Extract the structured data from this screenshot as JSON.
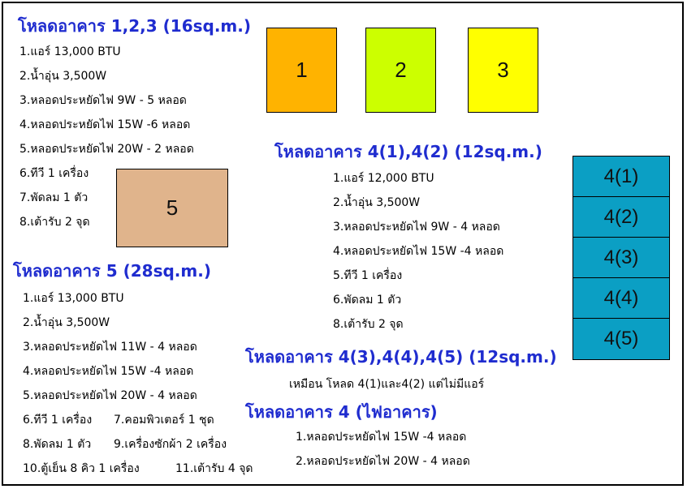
{
  "colors": {
    "heading": "#1f2ccf",
    "box1": "#ffb300",
    "box2": "#ccff00",
    "box3": "#ffff00",
    "box5": "#e0b48c",
    "stack": "#0b9fc4"
  },
  "group_a": {
    "title": "โหลดอาคาร 1,2,3 (16sq.m.)",
    "items": [
      "1.แอร์ 13,000 BTU",
      "2.น้ำอุ่น 3,500W",
      "3.หลอดประหยัดไฟ 9W - 5 หลอด",
      "4.หลอดประหยัดไฟ 15W -6 หลอด",
      "5.หลอดประหยัดไฟ 20W - 2 หลอด",
      "6.ทีวี 1 เครื่อง",
      "7.พัดลม 1 ตัว",
      "8.เต้ารับ 2 จุด"
    ]
  },
  "group_b": {
    "title": "โหลดอาคาร 4(1),4(2) (12sq.m.)",
    "items": [
      "1.แอร์ 12,000 BTU",
      "2.น้ำอุ่น 3,500W",
      "3.หลอดประหยัดไฟ 9W - 4 หลอด",
      "4.หลอดประหยัดไฟ 15W -4 หลอด",
      "5.ทีวี 1 เครื่อง",
      "6.พัดลม 1 ตัว",
      "8.เต้ารับ 2 จุด"
    ]
  },
  "group_c": {
    "title": "โหลดอาคาร 5 (28sq.m.)",
    "items": [
      "1.แอร์ 13,000 BTU",
      "2.น้ำอุ่น 3,500W",
      "3.หลอดประหยัดไฟ 11W - 4 หลอด",
      "4.หลอดประหยัดไฟ 15W -4 หลอด",
      "5.หลอดประหยัดไฟ 20W - 4 หลอด",
      "6.ทีวี 1 เครื่อง",
      "7.คอมพิวเตอร์ 1 ชุด",
      "8.พัดลม 1 ตัว",
      "9.เครื่องซักผ้า 2 เครื่อง",
      "10.ตู้เย็น 8 คิว 1 เครื่อง",
      "11.เต้ารับ 4 จุด"
    ]
  },
  "group_d": {
    "title": "โหลดอาคาร 4(3),4(4),4(5) (12sq.m.)",
    "note": "เหมือน โหลด 4(1)และ4(2) แต่ไม่มีแอร์"
  },
  "group_e": {
    "title": "โหลดอาคาร 4 (ไฟอาคาร)",
    "items": [
      "1.หลอดประหยัดไฟ 15W -4 หลอด",
      "2.หลอดประหยัดไฟ 20W - 4 หลอด"
    ]
  },
  "boxes": {
    "b1": "1",
    "b2": "2",
    "b3": "3",
    "b5": "5"
  },
  "stack": [
    "4(1)",
    "4(2)",
    "4(3)",
    "4(4)",
    "4(5)"
  ]
}
